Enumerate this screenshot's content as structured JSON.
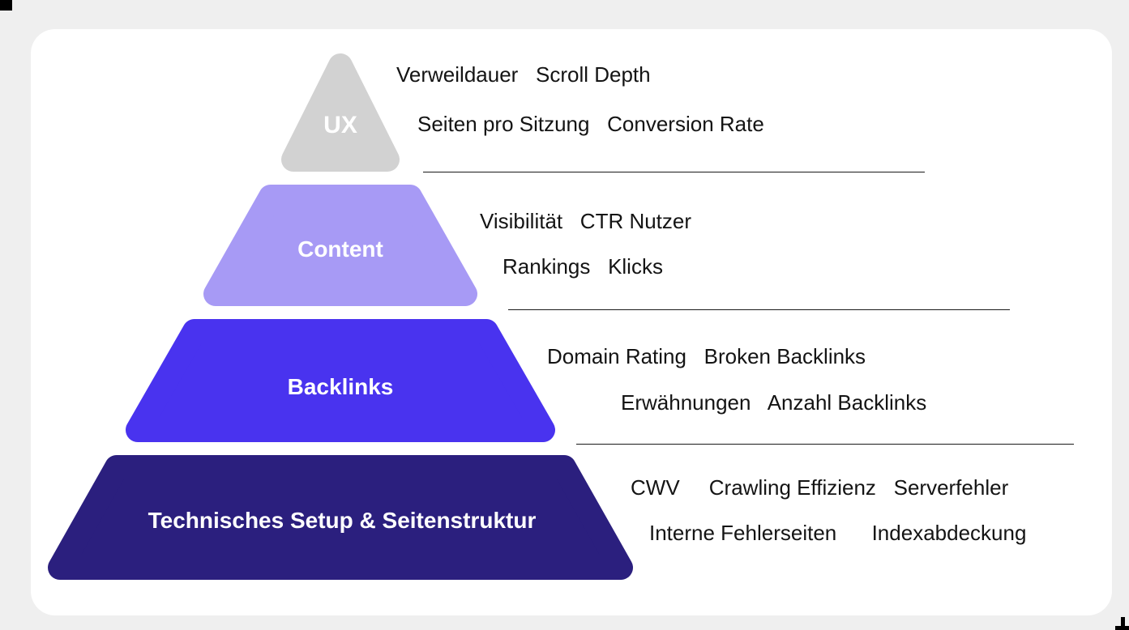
{
  "colors": {
    "page_background": "#efefef",
    "card_background": "#ffffff",
    "metric_text": "#141414",
    "separator_line": "#1a1a1a",
    "level_label_text": "#ffffff"
  },
  "pyramid": {
    "levels": [
      {
        "label": "UX",
        "color": "#d2d2d2",
        "metrics_line1": "Verweildauer   Scroll Depth",
        "metrics_line2": "Seiten pro Sitzung   Conversion Rate"
      },
      {
        "label": "Content",
        "color": "#a79af5",
        "metrics_line1": "Visibilität   CTR Nutzer",
        "metrics_line2": "Rankings   Klicks"
      },
      {
        "label": "Backlinks",
        "color": "#4933ef",
        "metrics_line1": "Domain Rating   Broken Backlinks",
        "metrics_line2": "Erwähnungen   Anzahl Backlinks"
      },
      {
        "label": "Technisches Setup & Seitenstruktur",
        "color": "#2b1f7e",
        "metrics_line1": "CWV     Crawling Effizienz   Serverfehler",
        "metrics_line2": "Interne Fehlerseiten      Indexabdeckung"
      }
    ]
  }
}
